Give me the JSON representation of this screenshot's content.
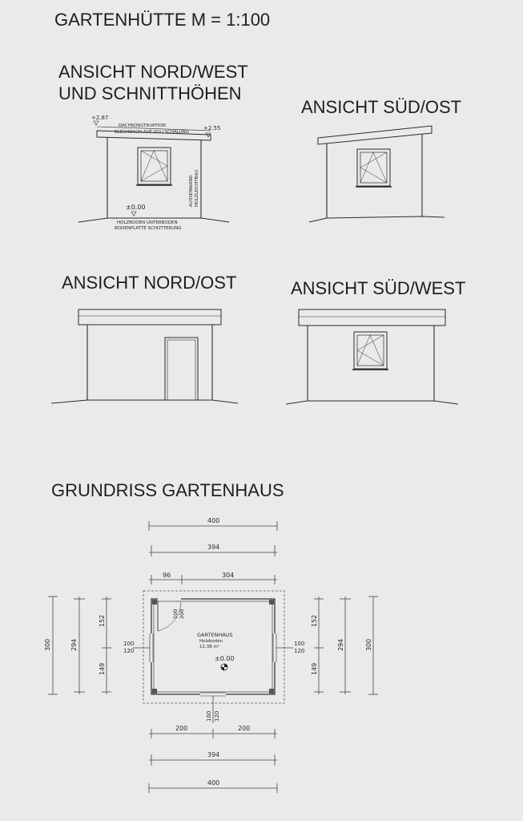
{
  "title": "GARTENHÜTTE M = 1:100",
  "views": {
    "nordwest": {
      "title_line1": "ANSICHT NORD/WEST",
      "title_line2": "UND SCHNITTHÖHEN",
      "level_top_left": "+2.87",
      "level_top_right": "+2.55",
      "roof_note_line1": "DACHKONSTRUKTION",
      "roof_note_line2": "BLECHDACH AUF VOLLSCHALUNG",
      "wall_note_line1": "AUSSENWAND",
      "wall_note_line2": "HOLZLEICHTBAU",
      "level_floor": "±0.00",
      "floor_note_line1": "HOLZBODEN UNTERBODEN",
      "floor_note_line2": "BODENPLATTE SCHOTTERUNG"
    },
    "suedost": {
      "title": "ANSICHT SÜD/OST"
    },
    "nordost": {
      "title": "ANSICHT NORD/OST"
    },
    "suedwest": {
      "title": "ANSICHT SÜD/WEST"
    }
  },
  "plan": {
    "title": "GRUNDRISS GARTENHAUS",
    "dim_top_outer": "400",
    "dim_top_inner": "394",
    "dim_top_left_seg": "96",
    "dim_top_right_seg": "304",
    "dim_left_outer": "300",
    "dim_left_inner": "294",
    "dim_left_upper": "152",
    "dim_left_lower": "149",
    "dim_right_upper": "152",
    "dim_right_lower": "149",
    "dim_right_inner": "294",
    "dim_right_outer": "300",
    "window_left_a": "100",
    "window_left_b": "120",
    "window_right_a": "100",
    "window_right_b": "120",
    "window_bottom_a": "100",
    "window_bottom_b": "120",
    "door_a": "100",
    "door_b": "200",
    "room_name": "GARTENHAUS",
    "room_floor": "Holzboden",
    "room_area": "11.38 m²",
    "room_level": "±0.00",
    "dim_bottom_left_seg": "200",
    "dim_bottom_right_seg": "200",
    "dim_bottom_inner": "394",
    "dim_bottom_outer": "400"
  }
}
